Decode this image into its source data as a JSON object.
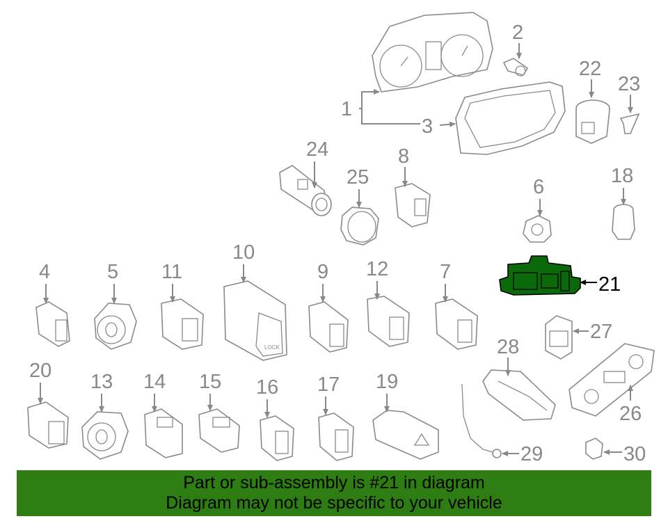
{
  "callouts": {
    "c1": "1",
    "c2": "2",
    "c3": "3",
    "c4": "4",
    "c5": "5",
    "c6": "6",
    "c7": "7",
    "c8": "8",
    "c9": "9",
    "c10": "10",
    "c11": "11",
    "c12": "12",
    "c13": "13",
    "c14": "14",
    "c15": "15",
    "c16": "16",
    "c17": "17",
    "c18": "18",
    "c19": "19",
    "c20": "20",
    "c21": "21",
    "c22": "22",
    "c23": "23",
    "c24": "24",
    "c25": "25",
    "c26": "26",
    "c27": "27",
    "c28": "28",
    "c29": "29",
    "c30": "30"
  },
  "switch_label": "LOCK",
  "highlighted_part": "21",
  "colors": {
    "highlight": "#0a6a0a",
    "banner": "#2e7d12",
    "callout": "#888888"
  },
  "banner": {
    "line1": "Part or sub-assembly is #21 in diagram",
    "line2": "Diagram may not be specific to your vehicle"
  }
}
